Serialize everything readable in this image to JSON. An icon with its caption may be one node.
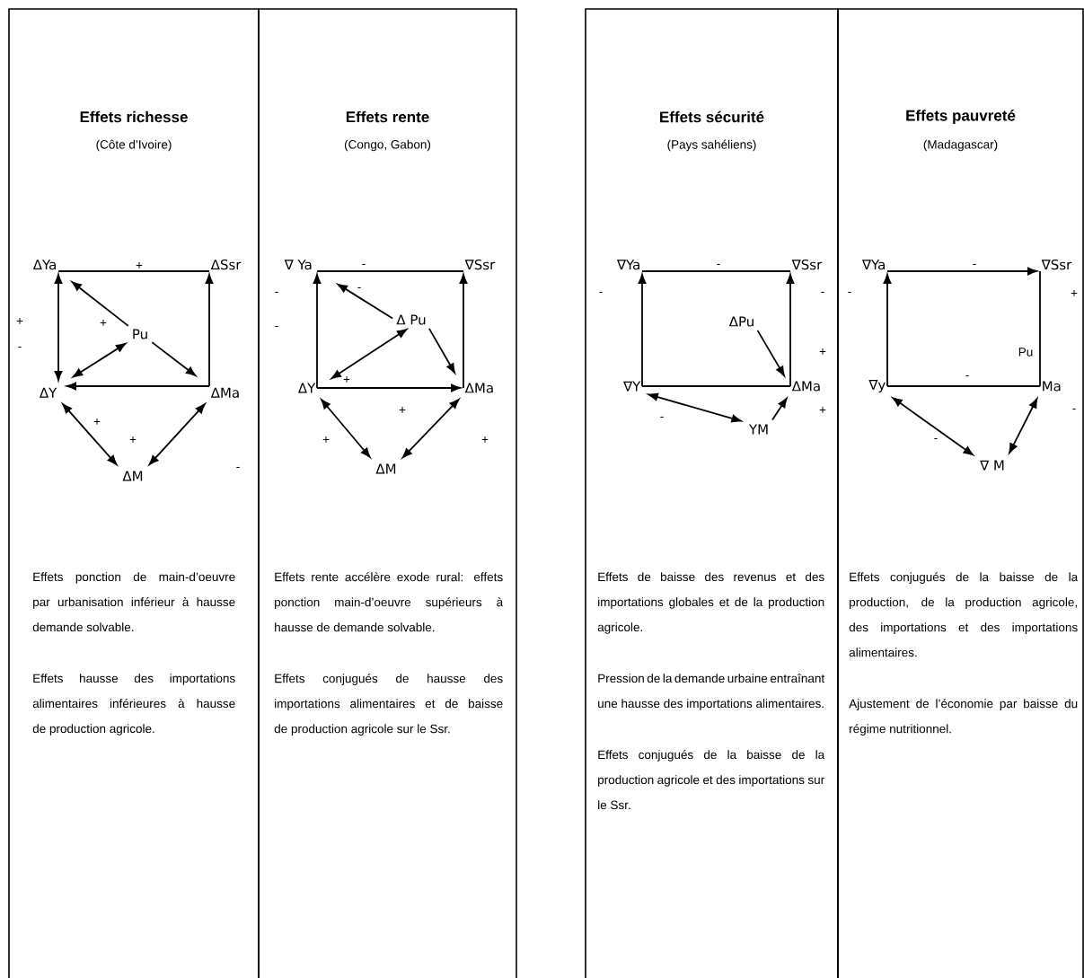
{
  "diagram": {
    "nodes": [
      {
        "text": [
          "Effets richesse",
          "(Côte d’Ivoire)",
          "Effets ponction de main-d’oeuvre par urbanisation inférieur à hausse demande solvable.",
          "Effets hausse des importations alimentaires inférieures à hausse de production agricole."
        ]
      },
      {
        "text": [
          "ΔYa"
        ],
        "in": 0
      },
      {
        "text": [
          "ΔSsr"
        ],
        "in": 0
      },
      {
        "text": [
          "ΔY"
        ],
        "in": 0
      },
      {
        "text": [
          "ΔMa"
        ],
        "in": 0
      },
      {
        "text": [
          "Pu"
        ],
        "in": 0
      },
      {
        "text": [
          "ΔM"
        ],
        "in": 0
      },
      {
        "text": [
          "Effets rente",
          "(Congo, Gabon)",
          "Effets rente accélère exode rural: effets ponction main-d’oeuvre supérieurs à hausse de demande solvable.",
          "Effets conjugués de hausse des importations alimentaires et de baisse de production agricole sur le Ssr."
        ]
      },
      {
        "text": [
          "∇ Ya"
        ],
        "in": 7
      },
      {
        "text": [
          "∇Ssr"
        ],
        "in": 7
      },
      {
        "text": [
          "ΔY"
        ],
        "in": 7
      },
      {
        "text": [
          "ΔMa"
        ],
        "in": 7
      },
      {
        "text": [
          "Δ Pu"
        ],
        "in": 7
      },
      {
        "text": [
          "ΔM"
        ],
        "in": 7
      },
      {
        "text": [
          "Effets sécurité",
          "(Pays sahéliens)",
          "Effets de baisse des revenus et des importations globales et de la production agricole.",
          "Pression de la demande urbaine entraînant une hausse des importations alimentaires.",
          "Effets conjugués de la baisse de la production agricole et des importations sur le Ssr."
        ]
      },
      {
        "text": [
          "∇Ya"
        ],
        "in": 14
      },
      {
        "text": [
          "∇Ssr"
        ],
        "in": 14
      },
      {
        "text": [
          "∇Y"
        ],
        "in": 14
      },
      {
        "text": [
          "ΔMa"
        ],
        "in": 14
      },
      {
        "text": [
          "ΔPu"
        ],
        "in": 14
      },
      {
        "text": [
          "YM"
        ],
        "in": 14
      },
      {
        "text": [
          "Effets pauvreté",
          "(Madagascar)",
          "Effets conjugués de la baisse de la production, de la production agricole, des importations et des importations alimentaires.",
          "Ajustement de l’économie par baisse du régime nutritionnel."
        ]
      },
      {
        "text": [
          "∇Ya"
        ],
        "in": 21
      },
      {
        "text": [
          "∇Ssr"
        ],
        "in": 21
      },
      {
        "text": [
          "∇y"
        ],
        "in": 21
      },
      {
        "text": [
          "Ma"
        ],
        "in": 21
      },
      {
        "text": [
          "∇ M"
        ],
        "in": 21
      }
    ],
    "edges": [
      {
        "from": 1,
        "to": 2,
        "arrow": "none",
        "label": "+"
      },
      {
        "from": 1,
        "to": 3,
        "arrow": "both"
      },
      {
        "from": 4,
        "to": 2,
        "arrow": "to"
      },
      {
        "from": 4,
        "to": 3,
        "arrow": "to"
      },
      {
        "from": 5,
        "to": 1,
        "arrow": "to",
        "label": "+"
      },
      {
        "from": 5,
        "to": 4,
        "arrow": "to"
      },
      {
        "from": 5,
        "to": 3,
        "arrow": "both"
      },
      {
        "from": 3,
        "to": 6,
        "arrow": "both",
        "label": "+"
      },
      {
        "from": 4,
        "to": 6,
        "arrow": "both"
      },
      {
        "from": 8,
        "to": 9,
        "arrow": "none",
        "label": "-"
      },
      {
        "from": 10,
        "to": 8,
        "arrow": "to"
      },
      {
        "from": 11,
        "to": 9,
        "arrow": "to"
      },
      {
        "from": 10,
        "to": 11,
        "arrow": "to"
      },
      {
        "from": 12,
        "to": 8,
        "arrow": "to",
        "label": "-"
      },
      {
        "from": 12,
        "to": 11,
        "arrow": "to"
      },
      {
        "from": 12,
        "to": 10,
        "arrow": "both",
        "label": "+"
      },
      {
        "from": 10,
        "to": 13,
        "arrow": "both"
      },
      {
        "from": 11,
        "to": 13,
        "arrow": "both"
      },
      {
        "from": 15,
        "to": 16,
        "arrow": "none",
        "label": "-"
      },
      {
        "from": 17,
        "to": 15,
        "arrow": "to"
      },
      {
        "from": 18,
        "to": 16,
        "arrow": "to"
      },
      {
        "from": 17,
        "to": 18,
        "arrow": "none"
      },
      {
        "from": 19,
        "to": 18,
        "arrow": "to"
      },
      {
        "from": 17,
        "to": 20,
        "arrow": "both",
        "label": "-"
      },
      {
        "from": 20,
        "to": 18,
        "arrow": "to"
      },
      {
        "from": 22,
        "to": 23,
        "arrow": "to",
        "label": "-"
      },
      {
        "from": 24,
        "to": 22,
        "arrow": "to"
      },
      {
        "from": 23,
        "to": 25,
        "arrow": "none"
      },
      {
        "from": 24,
        "to": 25,
        "arrow": "none",
        "label": "-"
      },
      {
        "from": 24,
        "to": 26,
        "arrow": "both",
        "label": "-"
      },
      {
        "from": 25,
        "to": 26,
        "arrow": "both"
      }
    ],
    "labels": [
      "+",
      "-",
      "+",
      "-",
      "-",
      "-",
      "+",
      "+",
      "+",
      "-",
      "-",
      "+",
      "+",
      "-",
      "+",
      "Pu",
      "-"
    ]
  }
}
